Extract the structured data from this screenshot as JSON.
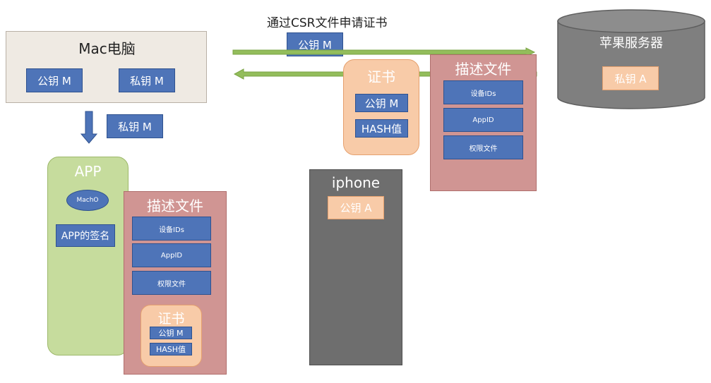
{
  "colors": {
    "blue": "#4e74b8",
    "peach": "#f8cba8",
    "pink": "#d09593",
    "green": "#c6dc9d",
    "arrow_green": "#93bd5b",
    "mac_bg": "#efeae3",
    "iphone_gray": "#6e6e6e",
    "server_gray": "#7f7f7f"
  },
  "csr": {
    "label": "通过CSR文件申请证书",
    "public_key": "公钥 M"
  },
  "mac": {
    "title": "Mac电脑",
    "public_key": "公钥 M",
    "private_key": "私钥 M"
  },
  "down_arrow_key": "私钥 M",
  "server": {
    "title": "苹果服务器",
    "private_key": "私钥 A"
  },
  "cert_top": {
    "title": "证书",
    "public_key": "公钥 M",
    "hash": "HASH值"
  },
  "profile_top": {
    "title": "描述文件",
    "items": [
      "设备IDs",
      "AppID",
      "权限文件"
    ]
  },
  "iphone": {
    "title": "iphone",
    "public_key": "公钥 A"
  },
  "app": {
    "title": "APP",
    "macho": "MachO",
    "signature": "APP的签名"
  },
  "profile_bottom": {
    "title": "描述文件",
    "items": [
      "设备IDs",
      "AppID",
      "权限文件"
    ]
  },
  "cert_bottom": {
    "title": "证书",
    "public_key": "公钥 M",
    "hash": "HASH值"
  }
}
